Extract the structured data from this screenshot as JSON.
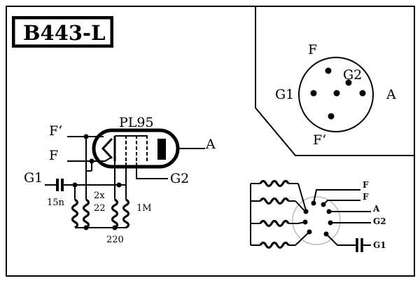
{
  "model": "B443-L",
  "schematic": {
    "tube": "PL95",
    "pin_f_prime": "F‘",
    "pin_f": "F",
    "pin_g1": "G1",
    "pin_a": "A",
    "pin_g2": "G2",
    "cap_value": "15n",
    "res_pair_line1": "2x",
    "res_pair_line2": "22",
    "res_1m": "1M",
    "res_220": "220"
  },
  "socket": {
    "pin_f": "F",
    "pin_g2": "G2",
    "pin_g1": "G1",
    "pin_a": "A",
    "pin_f_prime": "F‘"
  },
  "adapter": {
    "label_f1": "F",
    "label_f2": "F",
    "label_a": "A",
    "label_g2": "G2",
    "label_g1": "G1"
  }
}
